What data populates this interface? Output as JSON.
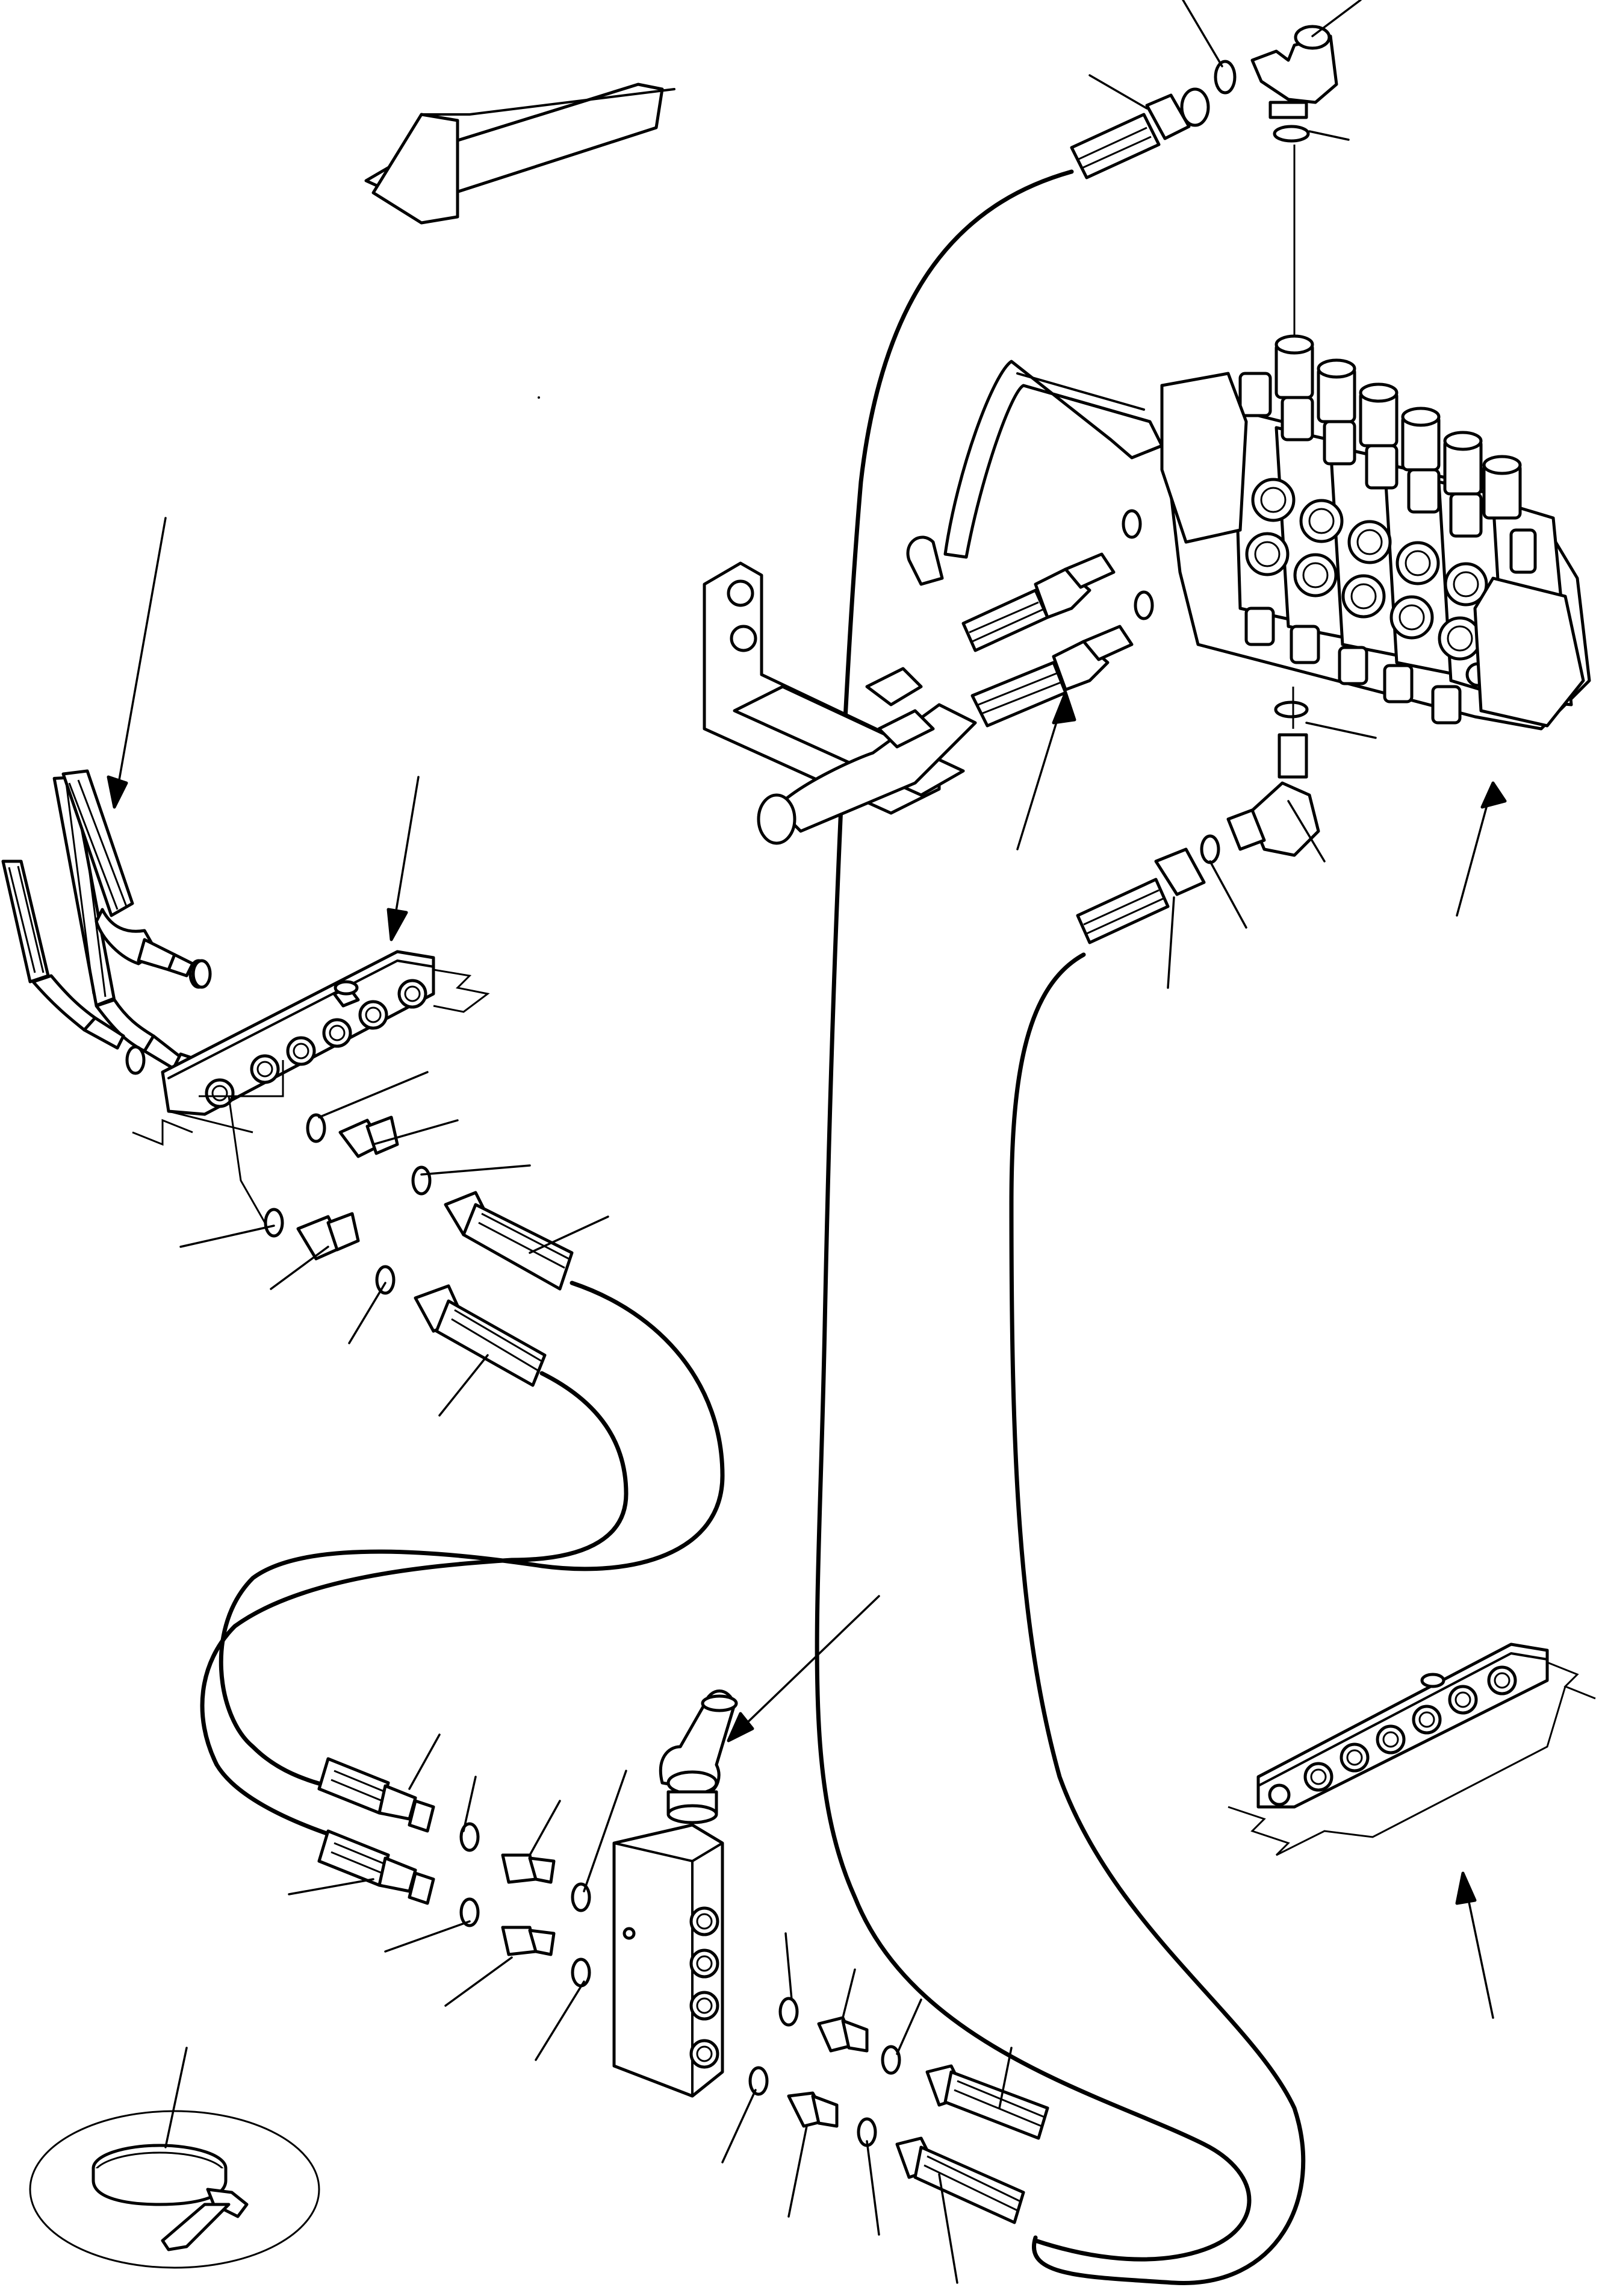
{
  "figure": {
    "kind": "exploded hydraulic parts diagram",
    "assemblies": [
      "direction-arrow",
      "control-valve-bank",
      "hose-manifold-upper",
      "hose-manifold-lower",
      "selector-valve",
      "cable-tie"
    ],
    "colors": {
      "ink": "#000000",
      "paper": "#ffffff"
    }
  }
}
